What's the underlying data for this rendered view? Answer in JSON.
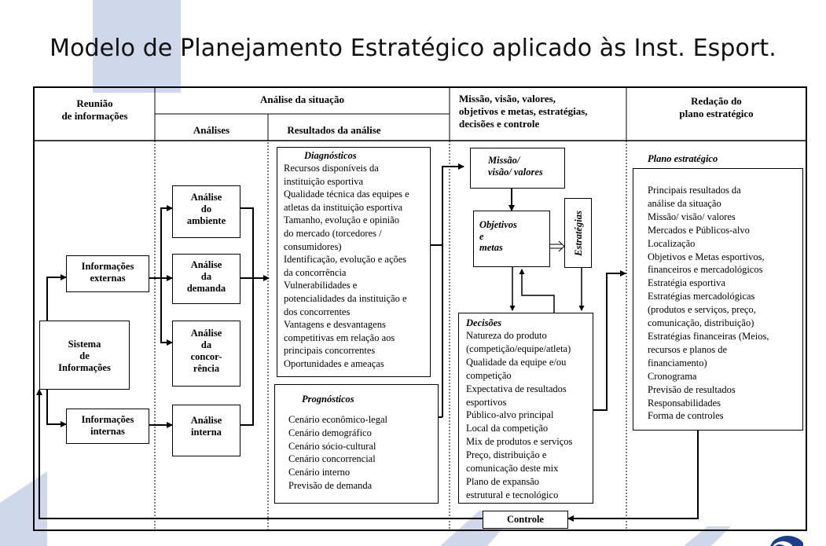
{
  "title": "Modelo de Planejamento Estratégico aplicado às Inst. Esport.",
  "headers": {
    "col1": "Reunião\nde informações",
    "col2": "Análise da situação",
    "col2a": "Análises",
    "col2b": "Resultados da análise",
    "col3": "Missão, visão, valores,\nobjetivos e metas, estratégias,\ndecisões e controle",
    "col4": "Redação do\nplano estratégico"
  },
  "col1_boxes": {
    "sistema": "Sistema\nde\nInformações",
    "externas": "Informações\nexternas",
    "internas": "Informações\ninternas"
  },
  "analises": {
    "ambiente": "Análise\ndo\nambiente",
    "demanda": "Análise\nda\ndemanda",
    "concorrencia": "Análise\nda\nconcor-\nrência",
    "interna": "Análise\ninterna"
  },
  "diagnosticos": {
    "title": "Diagnósticos",
    "lines": [
      "Recursos disponíveis da",
      "instituição esportiva",
      "Qualidade técnica das equipes e",
      "atletas da instituição esportiva",
      "Tamanho, evolução e opinião",
      "do mercado (torcedores /",
      "consumidores)",
      "Identificação, evolução e ações",
      "da concorrência",
      "Vulnerabilidades e",
      "potencialidades da instituição e",
      "dos concorrentes",
      "Vantagens e desvantagens",
      "competitivas em relação aos",
      "principais concorrentes",
      "Oportunidades e ameaças"
    ]
  },
  "prognosticos": {
    "title": "Prognósticos",
    "lines": [
      "Cenário econômico-legal",
      "Cenário demográfico",
      "Cenário sócio-cultural",
      "Cenário concorrencial",
      "Cenário interno",
      "Previsão de demanda"
    ]
  },
  "missao": "Missão/\nvisão/ valores",
  "objetivos": "Objetivos\ne\nmetas",
  "estrategias": "Estratégias",
  "decisoes": {
    "title": "Decisões",
    "lines": [
      "Natureza do produto",
      "(competição/equipe/atleta)",
      "Qualidade da equipe e/ou",
      "competição",
      "Expectativa de resultados",
      "esportivos",
      "Público-alvo principal",
      "Local da competição",
      "Mix de produtos e serviços",
      "Preço, distribuição e",
      "comunicação deste mix",
      "Plano de expansão",
      "estrutural e tecnológico"
    ]
  },
  "plano": {
    "title": "Plano estratégico",
    "lines": [
      "Principais resultados da",
      "análise da situação",
      "Missão/ visão/ valores",
      "Mercados e Públicos-alvo",
      "Localização",
      "Objetivos e Metas esportivos,",
      "financeiros e mercadológicos",
      "Estratégia esportiva",
      "Estratégias  mercadológicas",
      "(produtos e serviços, preço,",
      "comunicação, distribuição)",
      "Estratégias financeiras (Meios,",
      "recursos e planos de",
      "financiamento)",
      "Cronograma",
      "Previsão de  resultados",
      "Responsabilidades",
      "Forma de controles"
    ]
  },
  "controle": "Controle",
  "colors": {
    "deco": "#cfd8ea",
    "line": "#000000"
  }
}
